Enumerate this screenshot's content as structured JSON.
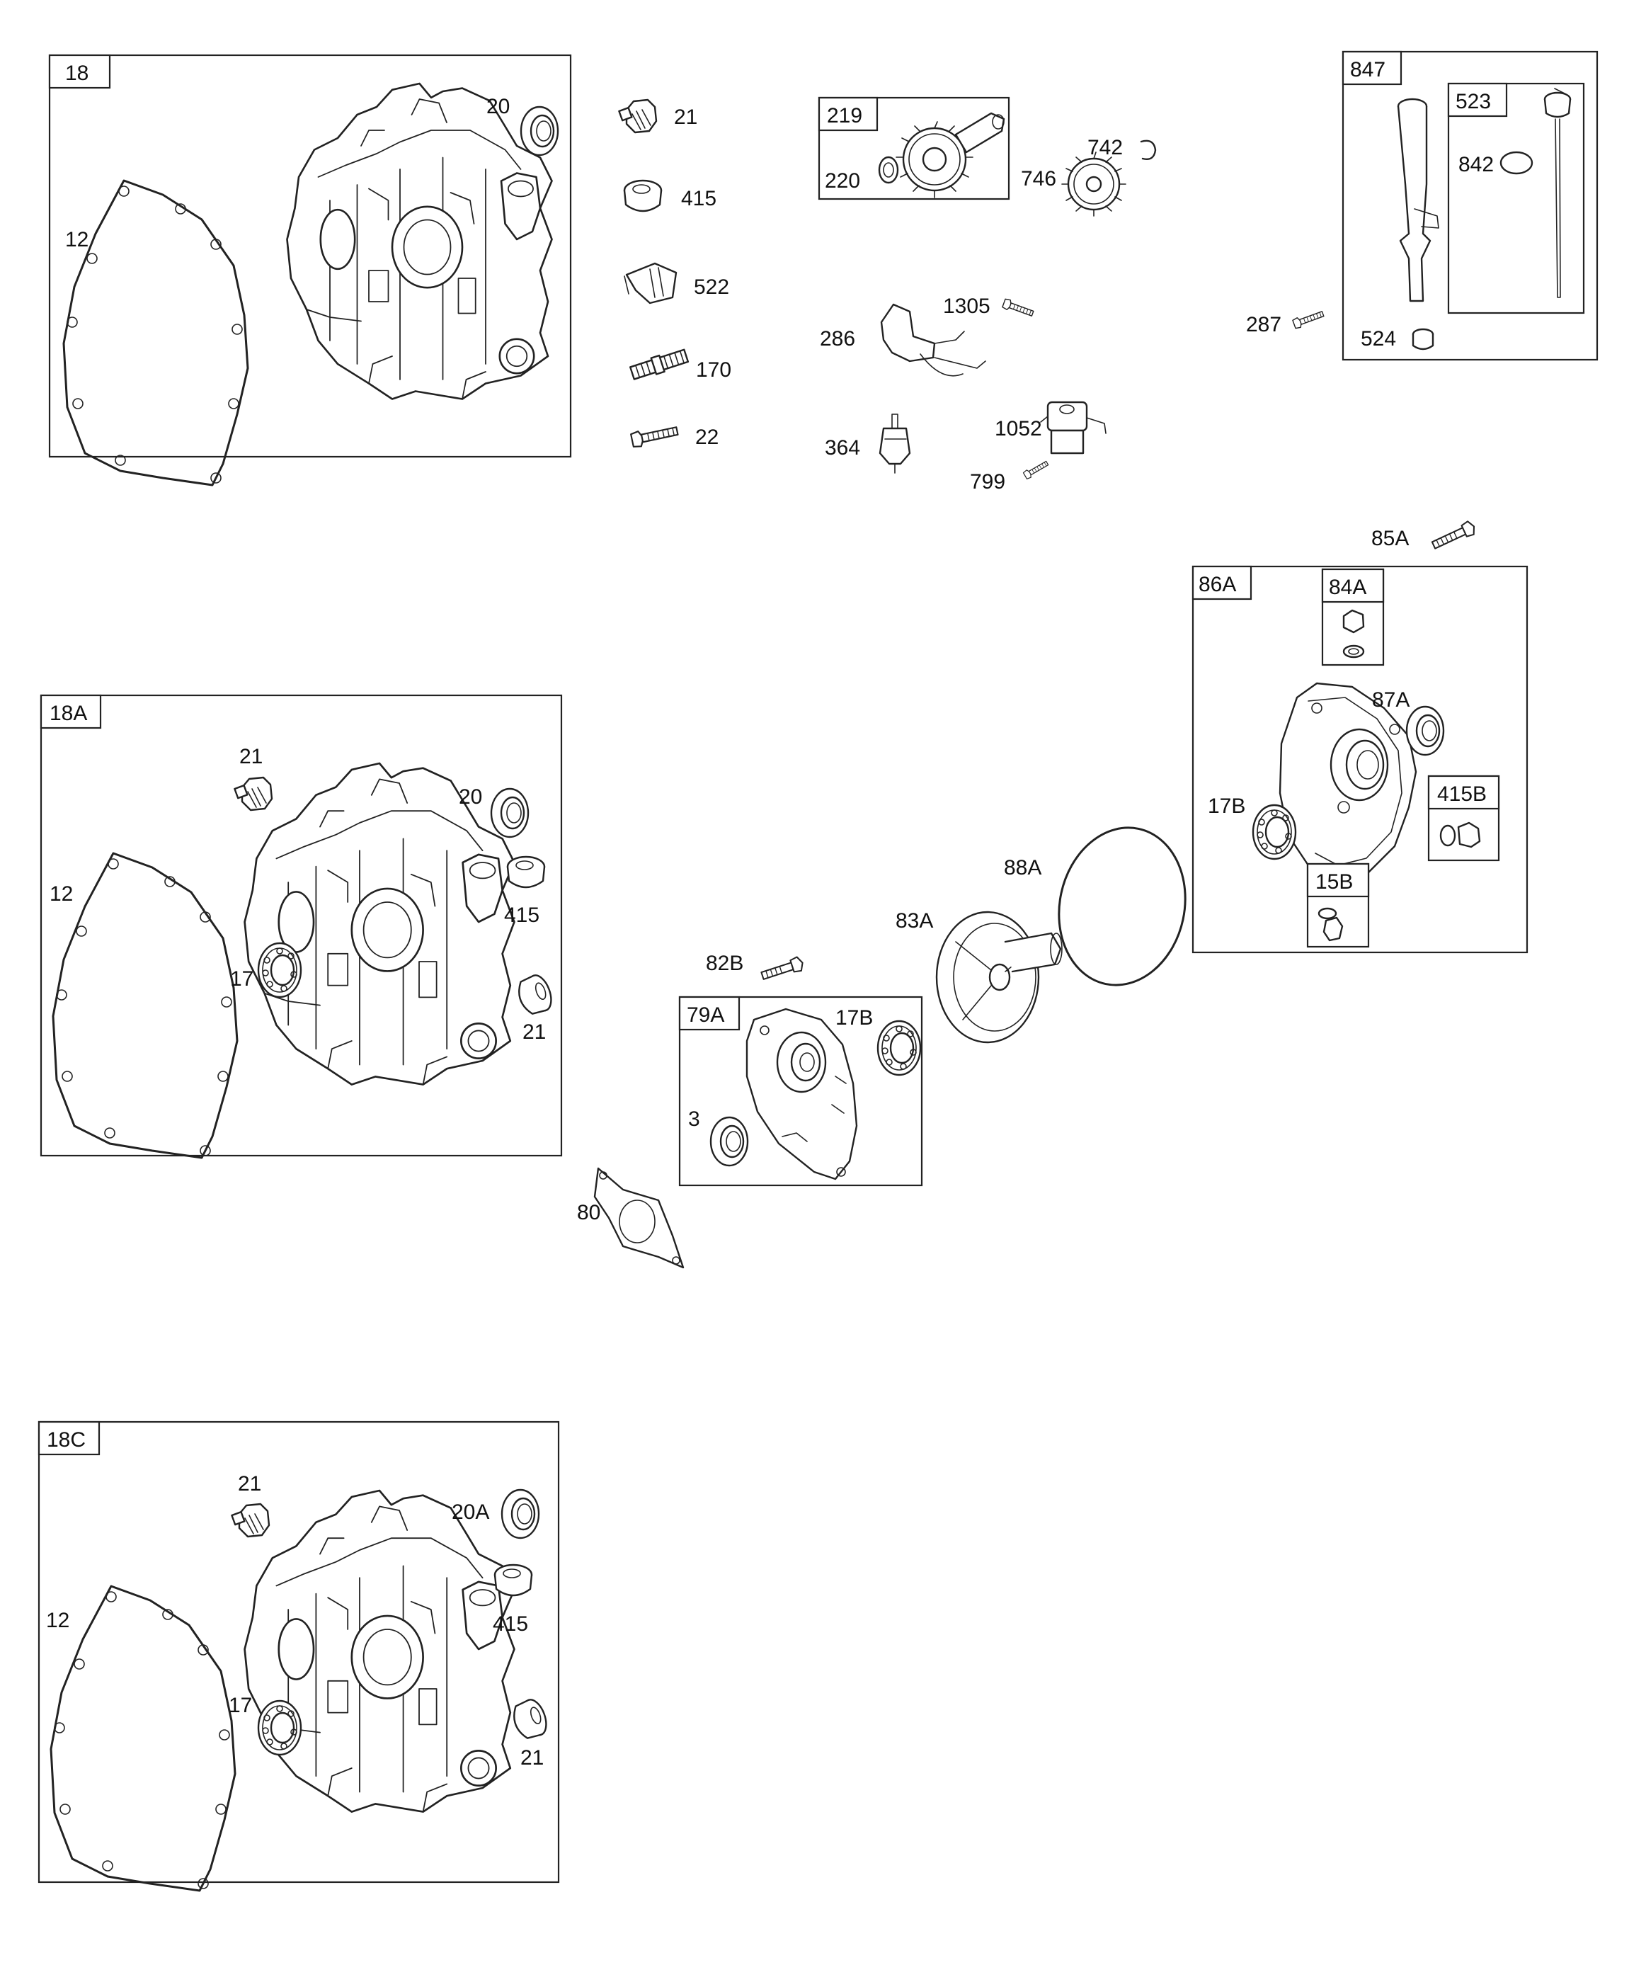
{
  "diagram": {
    "groups": [
      {
        "id": "18",
        "label": "18",
        "items": [
          "12",
          "20"
        ]
      },
      {
        "id": "18A",
        "label": "18A",
        "items": [
          "12",
          "21",
          "20",
          "415",
          "17",
          "21"
        ]
      },
      {
        "id": "18C",
        "label": "18C",
        "items": [
          "12",
          "21",
          "20A",
          "415",
          "17",
          "21"
        ]
      },
      {
        "id": "219",
        "label": "219",
        "items": [
          "220"
        ]
      },
      {
        "id": "847",
        "label": "847",
        "items": [
          "524"
        ]
      },
      {
        "id": "523",
        "label": "523",
        "items": [
          "842"
        ]
      },
      {
        "id": "86A",
        "label": "86A",
        "items": [
          "87A",
          "17B"
        ]
      },
      {
        "id": "84A",
        "label": "84A",
        "items": []
      },
      {
        "id": "415B",
        "label": "415B",
        "items": []
      },
      {
        "id": "15B",
        "label": "15B",
        "items": []
      },
      {
        "id": "79A",
        "label": "79A",
        "items": [
          "17B",
          "3"
        ]
      }
    ],
    "labels": {
      "g18_12": "12",
      "g18_20": "20",
      "p21": "21",
      "p415": "415",
      "p522": "522",
      "p170": "170",
      "p22": "22",
      "p220": "220",
      "p746": "746",
      "p742": "742",
      "p1305": "1305",
      "p286": "286",
      "p364": "364",
      "p1052": "1052",
      "p799": "799",
      "p287": "287",
      "p524": "524",
      "p842": "842",
      "p85A": "85A",
      "p87A": "87A",
      "p17B_r": "17B",
      "p88A": "88A",
      "p83A": "83A",
      "p82B": "82B",
      "p17B_c": "17B",
      "p3": "3",
      "p80": "80",
      "g18A_21a": "21",
      "g18A_20": "20",
      "g18A_12": "12",
      "g18A_415": "415",
      "g18A_17": "17",
      "g18A_21b": "21",
      "g18C_21a": "21",
      "g18C_20A": "20A",
      "g18C_12": "12",
      "g18C_415": "415",
      "g18C_17": "17",
      "g18C_21b": "21"
    }
  }
}
